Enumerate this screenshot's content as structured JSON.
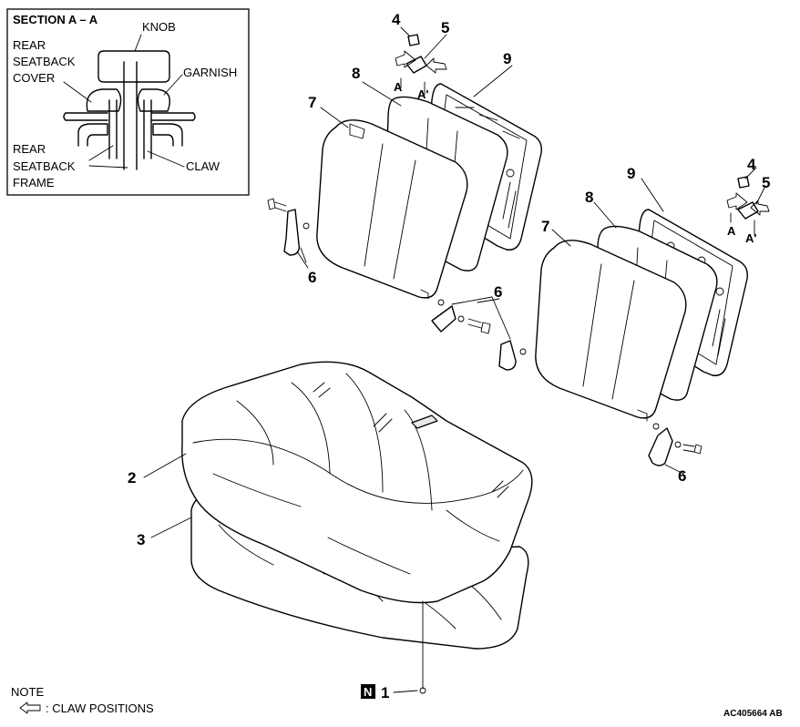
{
  "section_box": {
    "title": "SECTION A – A",
    "labels": {
      "knob": "KNOB",
      "rear": "REAR",
      "seatback": "SEATBACK",
      "cover": "COVER",
      "garnish": "GARNISH",
      "rear2": "REAR",
      "seatback2": "SEATBACK",
      "frame": "FRAME",
      "claw": "CLAW"
    }
  },
  "callouts": {
    "n4a": "4",
    "n5a": "5",
    "n9a": "9",
    "n8a": "8",
    "n7a": "7",
    "n6a": "6",
    "n6b": "6",
    "n9b": "9",
    "n4b": "4",
    "n5b": "5",
    "n8b": "8",
    "n7b": "7",
    "n6c": "6",
    "n2": "2",
    "n3": "3",
    "n1": "1"
  },
  "section_marks": {
    "a1": "A",
    "a1p": "A'",
    "a2": "A",
    "a2p": "A'"
  },
  "note": {
    "title": "NOTE",
    "claw_positions": ": CLAW POSITIONS"
  },
  "badge": "N",
  "figure_code": "AC405664 AB"
}
